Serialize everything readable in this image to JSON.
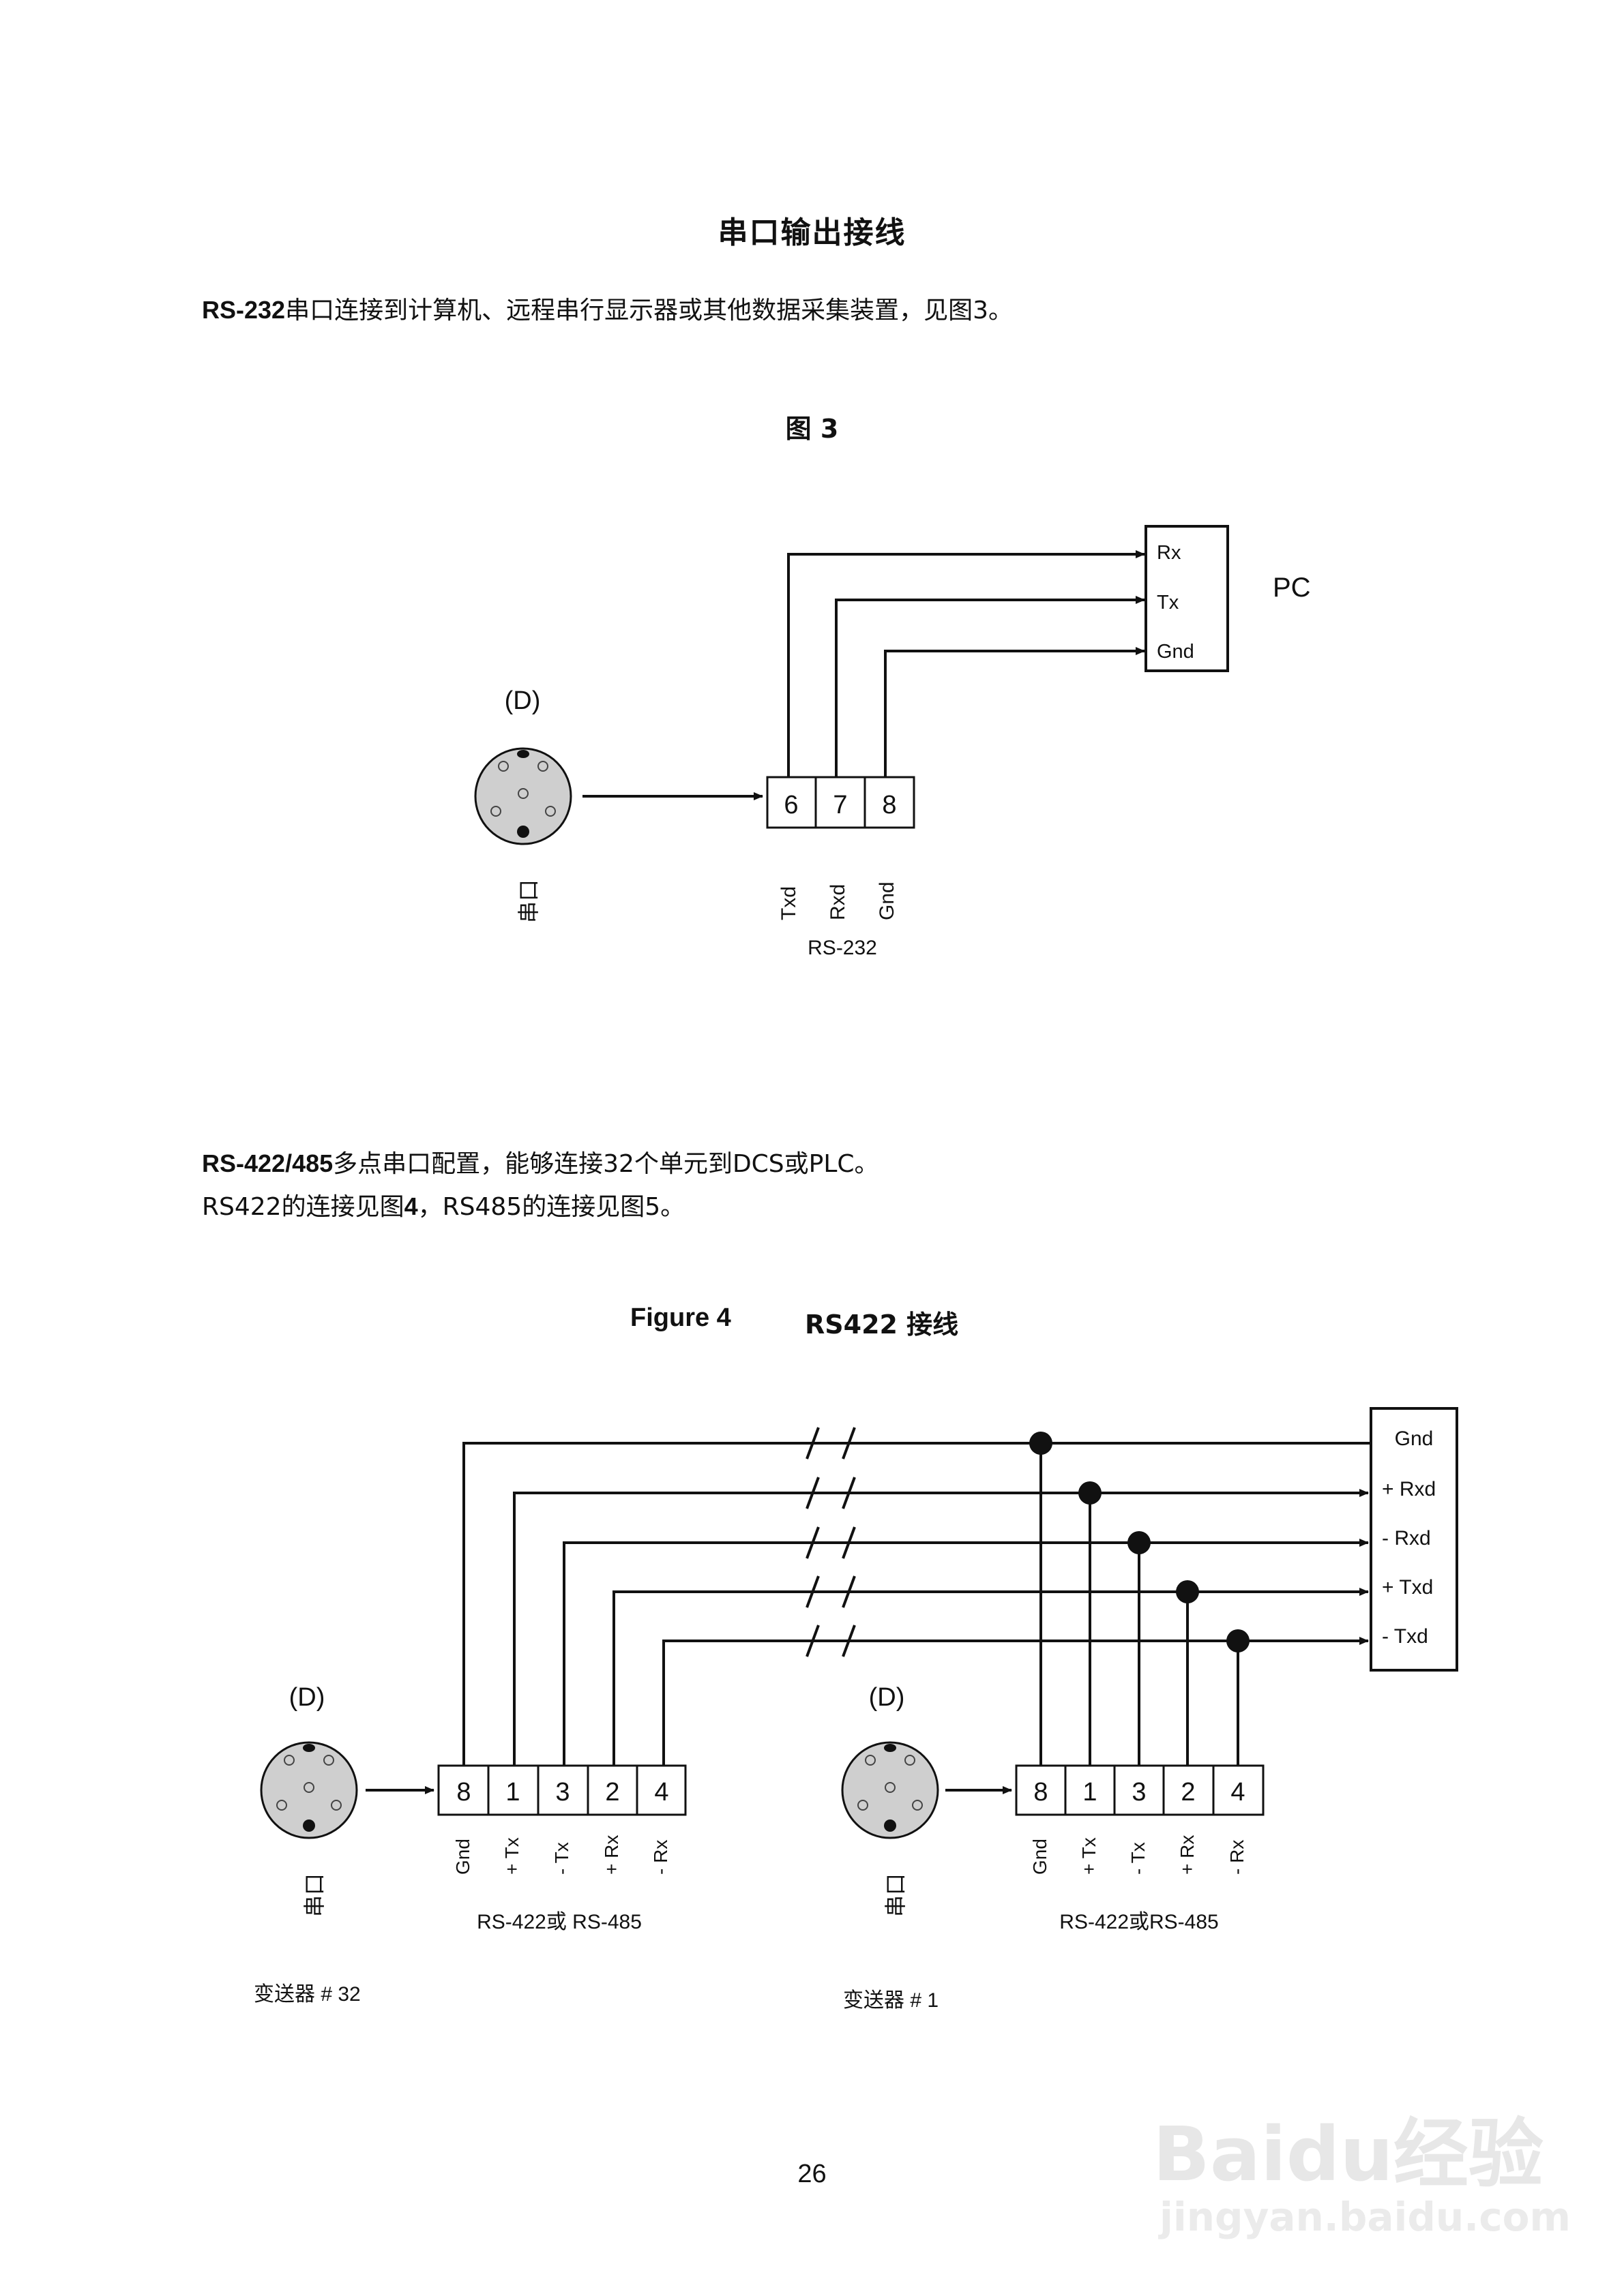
{
  "title": "串口输出接线",
  "para1": {
    "bold": "RS-232",
    "text": "串口连接到计算机、远程串行显示器或其他数据采集装置，见图3。"
  },
  "fig3_caption": "图 3",
  "fig3": {
    "pc_pins": [
      "Rx",
      "Tx",
      "Gnd"
    ],
    "pc_label": "PC",
    "d_label": "(D)",
    "serial_label": "串口",
    "terminals": [
      "6",
      "7",
      "8"
    ],
    "signals": [
      "Txd",
      "Rxd",
      "Gnd"
    ],
    "bus_label": "RS-232"
  },
  "para2": {
    "line1_bold": "RS-422/485",
    "line1_text": "多点串口配置，能够连接32个单元到DCS或PLC。",
    "line2_a": "RS422的连接见图",
    "line2_b": "4",
    "line2_c": "，RS485的连接见图5。"
  },
  "fig4_caption": {
    "figure": "Figure 4",
    "label": "RS422 接线"
  },
  "fig4": {
    "host_pins": [
      "Gnd",
      "+ Rxd",
      "- Rxd",
      "+ Txd",
      "- Txd"
    ],
    "d_label": "(D)",
    "serial_label": "串口",
    "terminals": [
      "8",
      "1",
      "3",
      "2",
      "4"
    ],
    "signals": [
      "Gnd",
      "+ Tx",
      "- Tx",
      "+ Rx",
      "- Rx"
    ],
    "bus_label_left": "RS-422或 RS-485",
    "bus_label_right": "RS-422或RS-485",
    "device_left": "变送器 # 32",
    "device_right": "变送器  # 1"
  },
  "page_number": "26",
  "watermark": {
    "brand": "Baidu经验",
    "url": "jingyan.baidu.com"
  }
}
